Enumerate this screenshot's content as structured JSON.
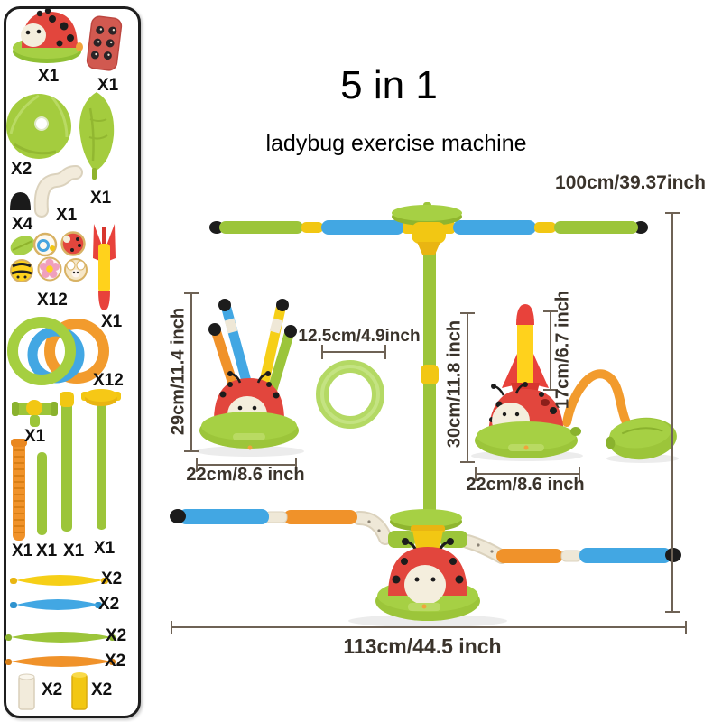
{
  "header": {
    "title": "5 in 1",
    "subtitle": "ladybug exercise machine"
  },
  "dimensions": {
    "total_height": "100cm/39.37inch",
    "left_product_height": "29cm/11.4 inch",
    "left_product_width": "22cm/8.6 inch",
    "ring_diameter": "12.5cm/4.9inch",
    "right_product_height": "30cm/11.8 inch",
    "rocket_height": "17cm/6.7 inch",
    "right_product_width": "22cm/8.6 inch",
    "total_width": "113cm/44.5 inch"
  },
  "sidebar": {
    "parts": [
      {
        "name": "ladybug-sprinkler-base",
        "qty": "X1"
      },
      {
        "name": "control-panel",
        "qty": "X1"
      },
      {
        "name": "flower-disc",
        "qty": "X2"
      },
      {
        "name": "leaf",
        "qty": "X1"
      },
      {
        "name": "elbow-tube",
        "qty": "X1"
      },
      {
        "name": "black-dome-cap",
        "qty": "X4"
      },
      {
        "name": "insect-tokens",
        "qty": "X12"
      },
      {
        "name": "rocket",
        "qty": "X1"
      },
      {
        "name": "toss-rings",
        "qty": "X12"
      },
      {
        "name": "t-connector",
        "qty": "X1"
      },
      {
        "name": "spiral-pole",
        "qty": "X1"
      },
      {
        "name": "short-pole",
        "qty": "X1"
      },
      {
        "name": "capped-pole",
        "qty": "X1"
      },
      {
        "name": "flower-top-pole",
        "qty": "X1"
      },
      {
        "name": "yellow-blade",
        "qty": "X2"
      },
      {
        "name": "blue-blade",
        "qty": "X2"
      },
      {
        "name": "green-blade",
        "qty": "X2"
      },
      {
        "name": "orange-blade",
        "qty": "X2"
      },
      {
        "name": "white-sleeve",
        "qty": "X2"
      },
      {
        "name": "yellow-sleeve",
        "qty": "X2"
      }
    ]
  },
  "colors": {
    "green": "#9cc53a",
    "green_light": "#a6d044",
    "yellow": "#f2c713",
    "blue": "#42a7e3",
    "orange": "#f0922a",
    "red": "#e2463d",
    "cream": "#f2ebdb",
    "dimension_line": "#6e6255"
  }
}
